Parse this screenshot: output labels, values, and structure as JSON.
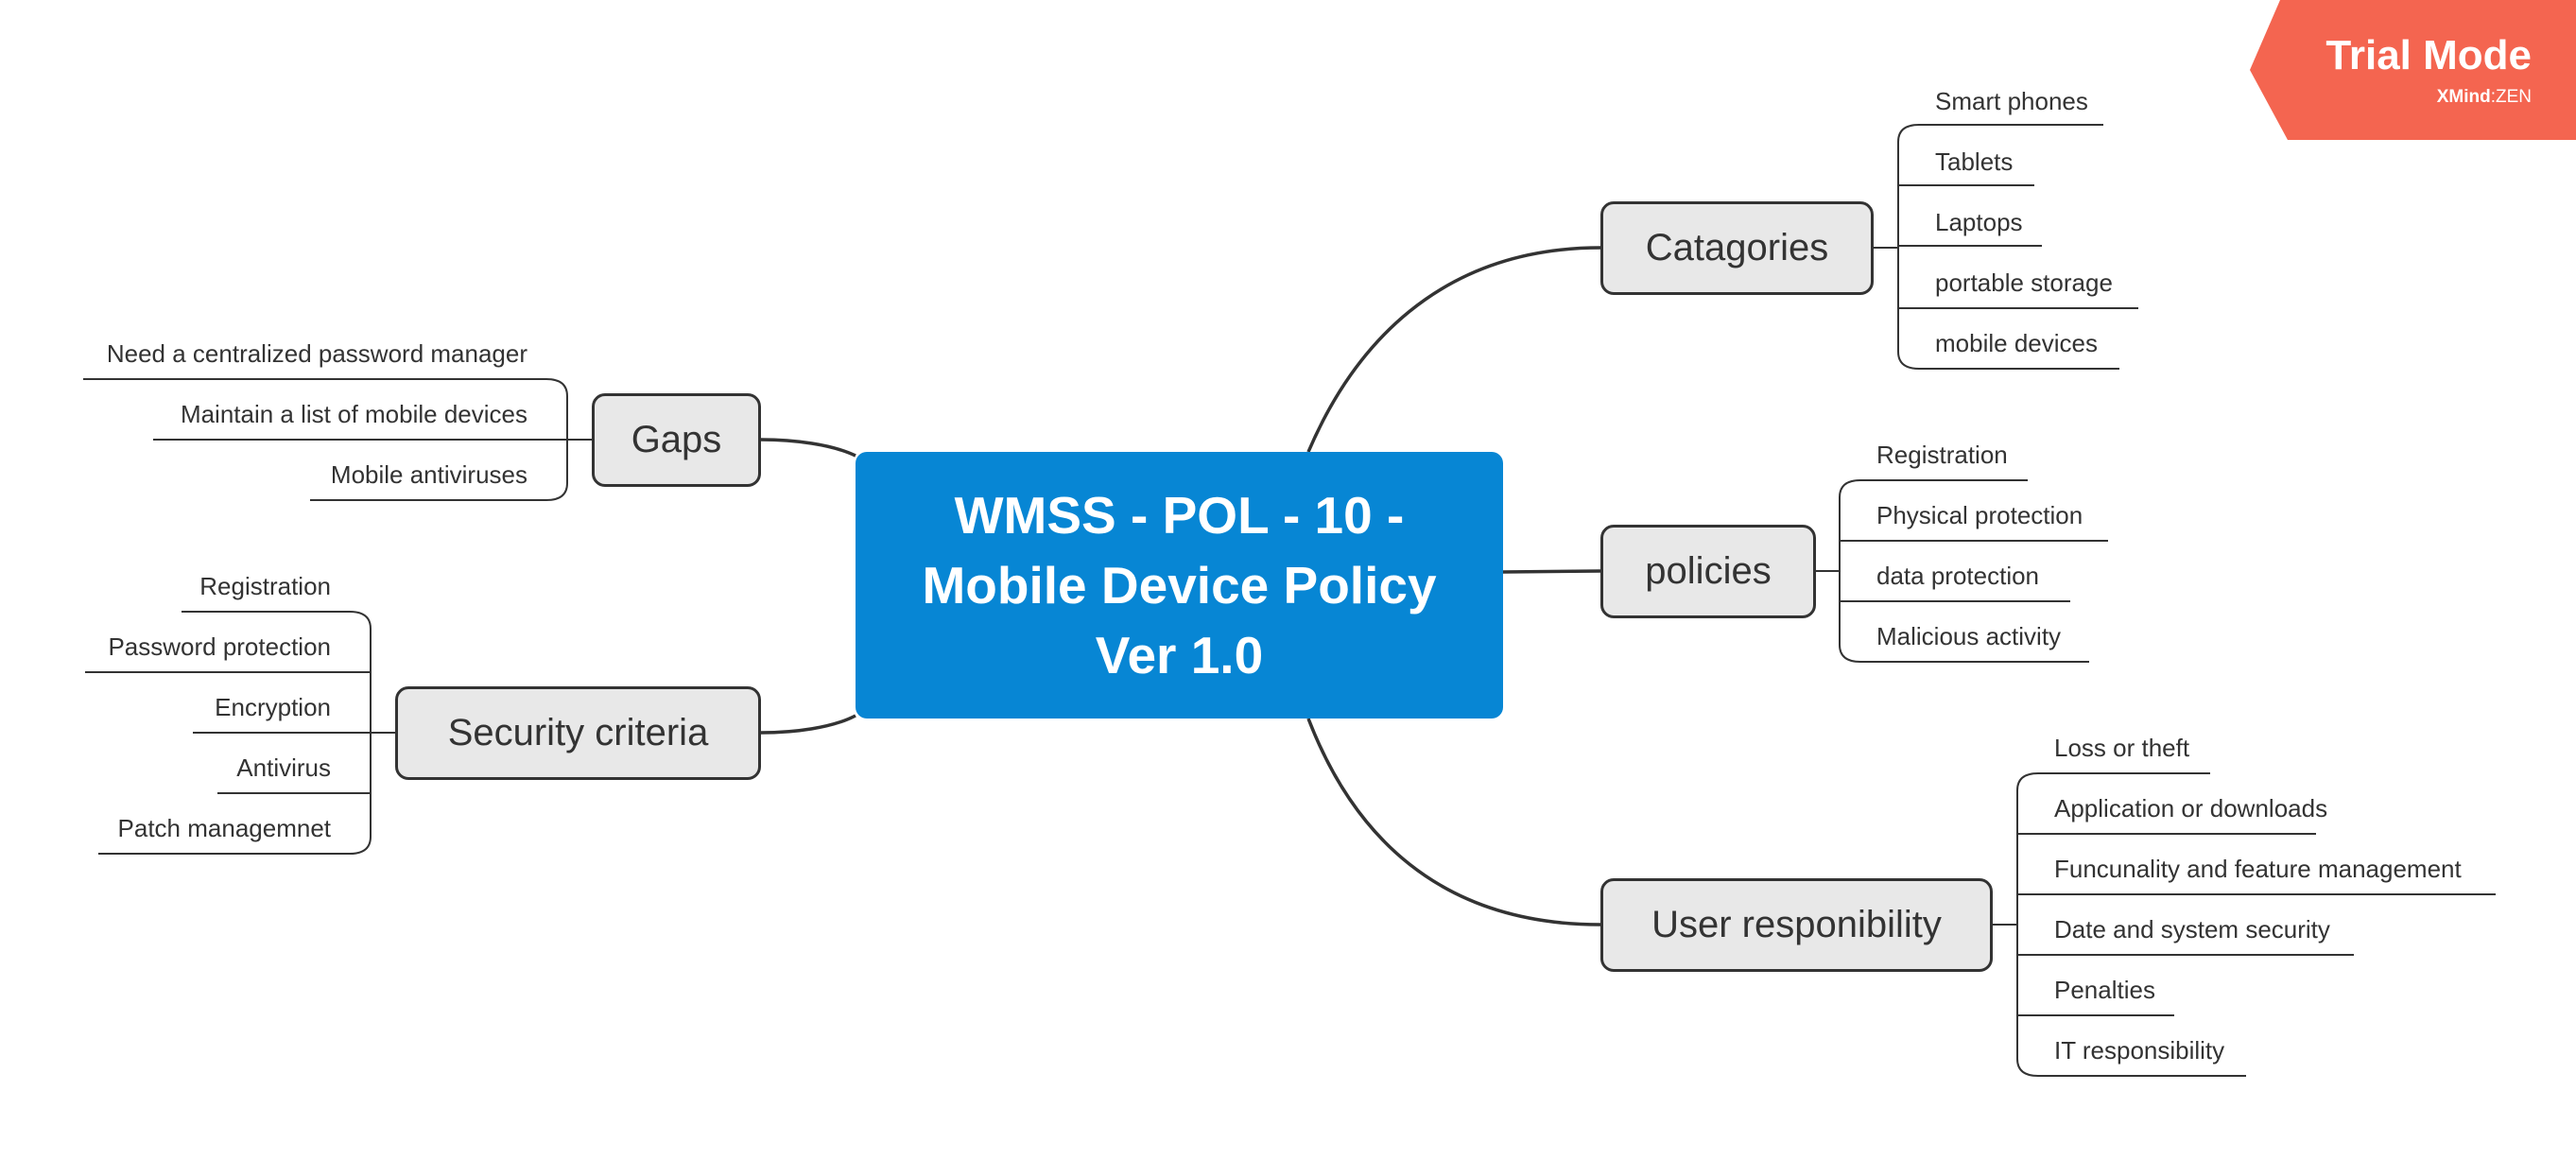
{
  "central": {
    "lines": [
      "WMSS - POL - 10 -",
      "Mobile Device Policy",
      "Ver 1.0"
    ],
    "color": "#0786d4"
  },
  "branches": {
    "catagories": {
      "label": "Catagories",
      "items": [
        "Smart phones",
        "Tablets",
        "Laptops",
        "portable storage",
        "mobile devices"
      ]
    },
    "policies": {
      "label": "policies",
      "items": [
        "Registration",
        "Physical protection",
        "data protection",
        "Malicious activity"
      ]
    },
    "user_responsibility": {
      "label": "User responibility",
      "items": [
        "Loss or theft",
        "Application or downloads",
        "Funcunality and feature management",
        "Date and system security",
        "Penalties",
        "IT responsibility"
      ]
    },
    "gaps": {
      "label": "Gaps",
      "items": [
        "Need a centralized password manager",
        "Maintain a list of mobile devices",
        "Mobile antiviruses"
      ]
    },
    "security_criteria": {
      "label": "Security criteria",
      "items": [
        "Registration",
        "Password protection",
        "Encryption",
        "Antivirus",
        "Patch managemnet"
      ]
    }
  },
  "badge": {
    "title": "Trial Mode",
    "brand_bold": "XMind",
    "brand_sep": ":",
    "brand_rest": "ZEN",
    "color": "#f46550"
  },
  "colors": {
    "line": "#333333",
    "topic_fill": "#e8e8e8"
  }
}
